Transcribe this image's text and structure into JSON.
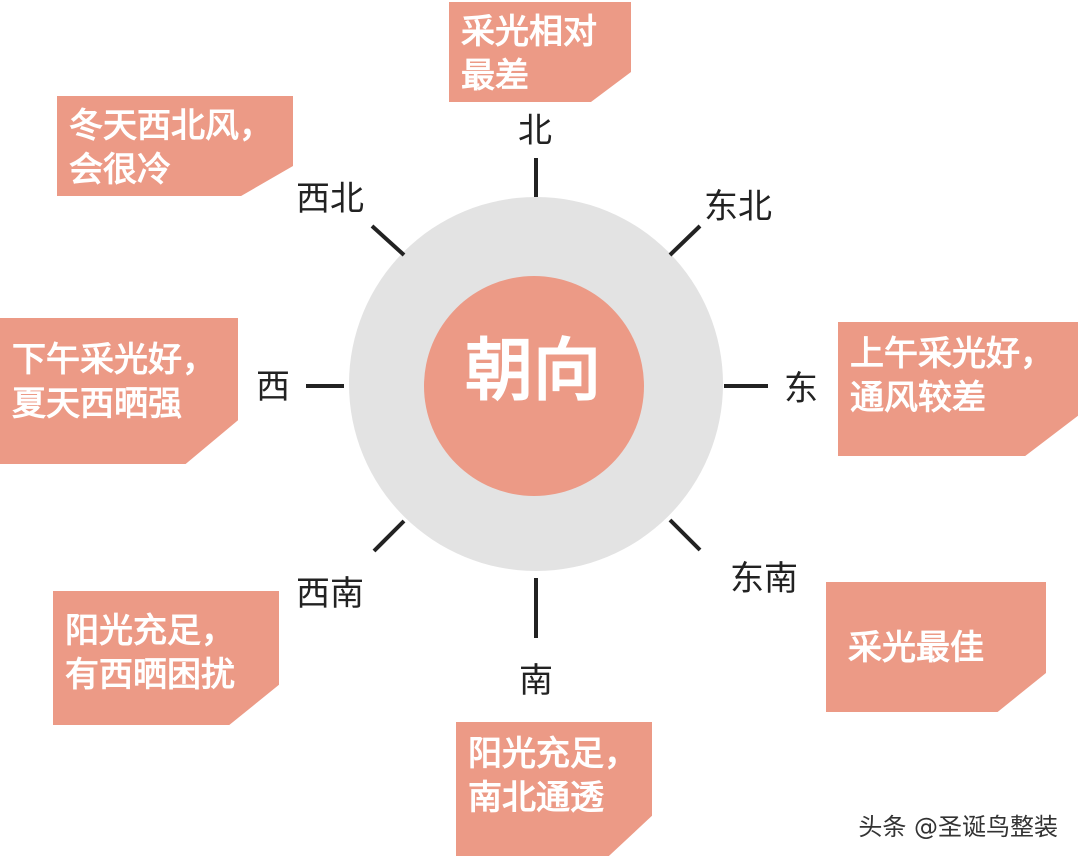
{
  "center": {
    "label": "朝向",
    "ring_color": "#e3e3e3",
    "core_color": "#ec9a86"
  },
  "note_color": "#ec9a86",
  "directions": {
    "north": "北",
    "northeast": "东北",
    "east": "东",
    "southeast": "东南",
    "south": "南",
    "southwest": "西南",
    "west": "西",
    "northwest": "西北"
  },
  "notes": {
    "north": [
      "采光相对",
      "最差"
    ],
    "northwest": [
      "冬天西北风，",
      "会很冷"
    ],
    "west": [
      "下午采光好，",
      "夏天西晒强"
    ],
    "east": [
      "上午采光好，",
      "通风较差"
    ],
    "southeast": [
      "采光最佳"
    ],
    "southwest": [
      "阳光充足，",
      "有西晒困扰"
    ],
    "south": [
      "阳光充足，",
      "南北通透"
    ]
  },
  "watermark": "头条 @圣诞鸟整装"
}
